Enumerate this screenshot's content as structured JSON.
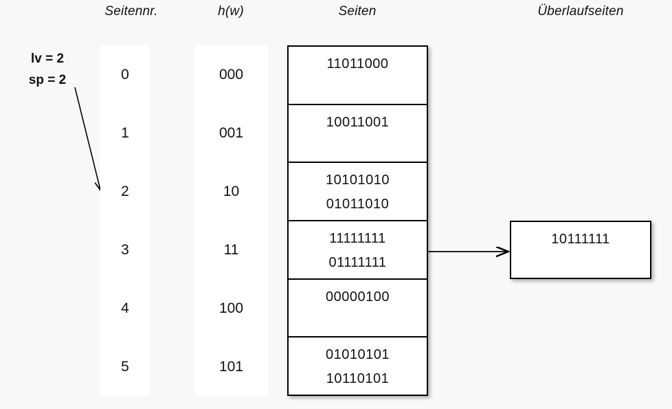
{
  "headers": {
    "seitennr": "Seitennr.",
    "hw": "h(w)",
    "seiten": "Seiten",
    "ueberlaufseiten": "Überlaufseiten"
  },
  "annotation": {
    "lv": "lv = 2",
    "sp": "sp = 2",
    "points_to_row": 2
  },
  "colors": {
    "background": "#f8f8f8",
    "cell_background": "#ffffff",
    "border": "#000000",
    "text": "#111111"
  },
  "rows": [
    {
      "seitennr": "0",
      "hw": "000",
      "entries": [
        "11011000"
      ]
    },
    {
      "seitennr": "1",
      "hw": "001",
      "entries": [
        "10011001"
      ]
    },
    {
      "seitennr": "2",
      "hw": "10",
      "entries": [
        "10101010",
        "01011010"
      ]
    },
    {
      "seitennr": "3",
      "hw": "11",
      "entries": [
        "11111111",
        "01111111"
      ]
    },
    {
      "seitennr": "4",
      "hw": "100",
      "entries": [
        "00000100"
      ]
    },
    {
      "seitennr": "5",
      "hw": "101",
      "entries": [
        "01010101",
        "10110101"
      ]
    }
  ],
  "overflow": {
    "entries": [
      "10111111"
    ],
    "linked_from_row": 3
  }
}
